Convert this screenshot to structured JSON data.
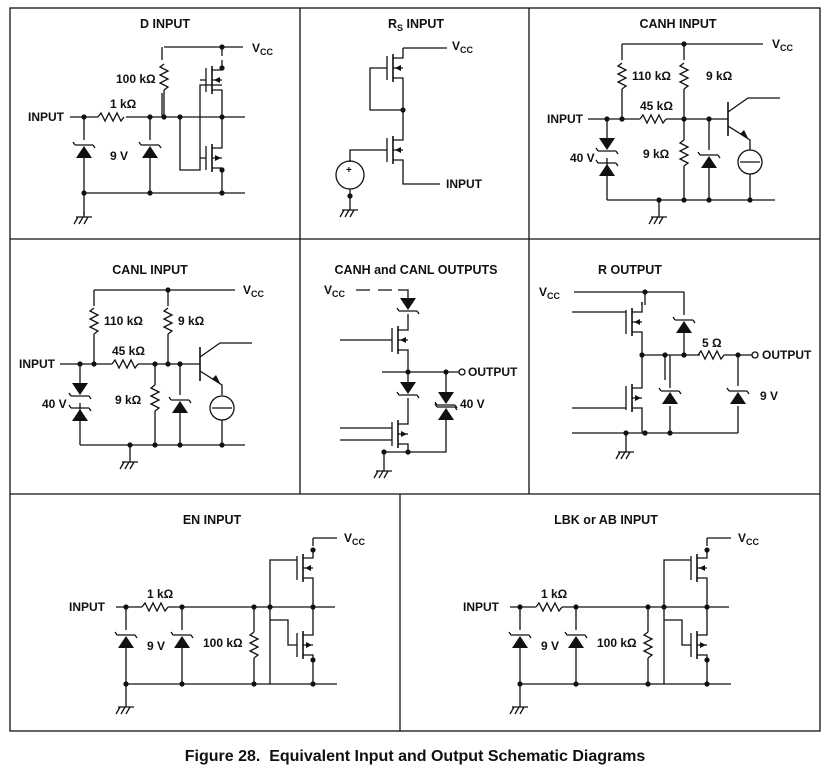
{
  "figure": {
    "caption": "Figure 28.  Equivalent Input and Output Schematic Diagrams"
  },
  "panels": {
    "d_input": {
      "title": "D INPUT",
      "vcc": "V",
      "vcc_sub": "CC",
      "input": "INPUT",
      "r_series": "1 kΩ",
      "r_pullup": "100 kΩ",
      "zener": "9 V"
    },
    "rs_input": {
      "title_main": "R",
      "title_sub": "S",
      "title_rest": " INPUT",
      "vcc": "V",
      "vcc_sub": "CC",
      "input": "INPUT"
    },
    "canh_input": {
      "title": "CANH INPUT",
      "vcc": "V",
      "vcc_sub": "CC",
      "input": "INPUT",
      "r_110k": "110 kΩ",
      "r_9k_top": "9 kΩ",
      "r_45k": "45 kΩ",
      "r_9k_bot": "9 kΩ",
      "zener_40v": "40 V"
    },
    "canl_input": {
      "title": "CANL INPUT",
      "vcc": "V",
      "vcc_sub": "CC",
      "input": "INPUT",
      "r_110k": "110 kΩ",
      "r_9k_top": "9 kΩ",
      "r_45k": "45 kΩ",
      "r_9k_bot": "9 kΩ",
      "zener_40v": "40 V"
    },
    "can_outputs": {
      "title": "CANH and CANL OUTPUTS",
      "vcc": "V",
      "vcc_sub": "CC",
      "output": "OUTPUT",
      "zener_40v": "40 V"
    },
    "r_output": {
      "title": "R OUTPUT",
      "vcc": "V",
      "vcc_sub": "CC",
      "output": "OUTPUT",
      "r_5": "5 Ω",
      "zener": "9 V"
    },
    "en_input": {
      "title": "EN INPUT",
      "vcc": "V",
      "vcc_sub": "CC",
      "input": "INPUT",
      "r_series": "1 kΩ",
      "r_pulldown": "100 kΩ",
      "zener": "9 V"
    },
    "lbk_input": {
      "title": "LBK or AB INPUT",
      "vcc": "V",
      "vcc_sub": "CC",
      "input": "INPUT",
      "r_series": "1 kΩ",
      "r_pulldown": "100 kΩ",
      "zener": "9 V"
    }
  }
}
